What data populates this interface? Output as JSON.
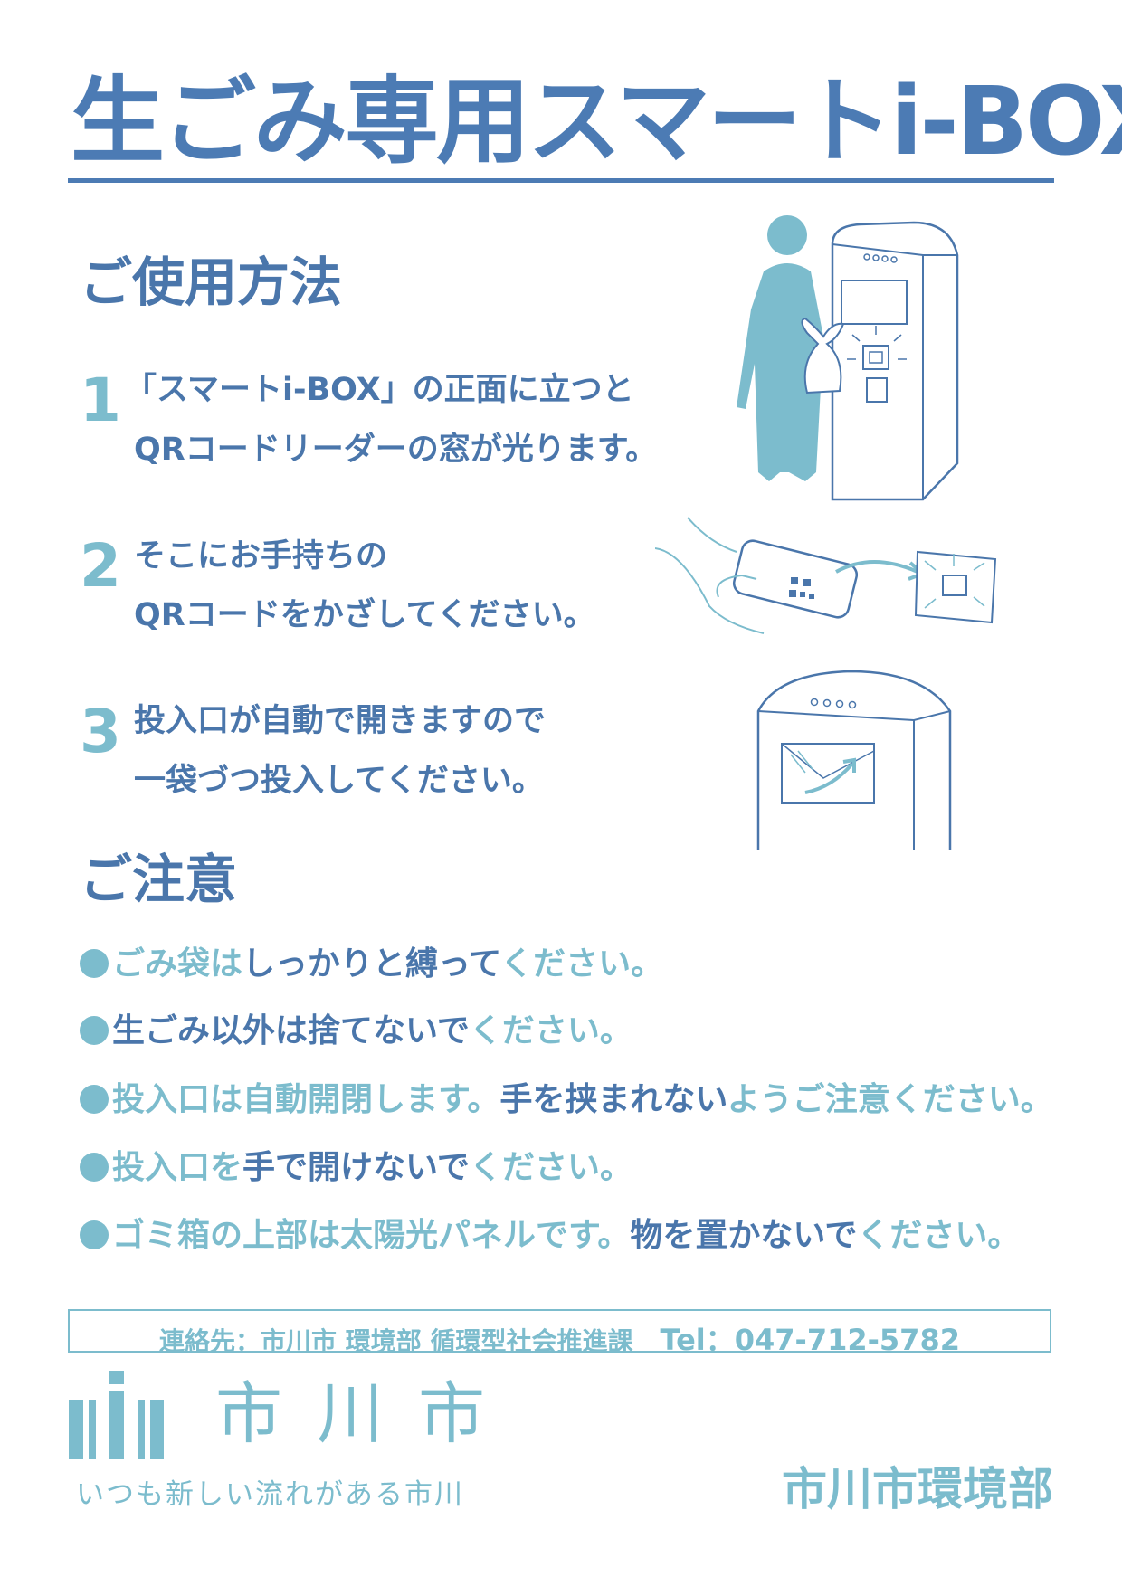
{
  "title": "生ごみ専用スマートi-BOX",
  "usage": {
    "heading": "ご使用方法",
    "steps": [
      {
        "number": "1",
        "line1": "「スマートi-BOX」の正面に立つと",
        "line2": "QRコードリーダーの窓が光ります。"
      },
      {
        "number": "2",
        "line1": "そこにお手持ちの",
        "line2": "QRコードをかざしてください。"
      },
      {
        "number": "3",
        "line1": "投入口が自動で開きますので",
        "line2": "一袋づつ投入してください。"
      }
    ]
  },
  "cautions": {
    "heading": "ご注意",
    "items": [
      {
        "p1": "ごみ袋は",
        "p2": "しっかりと縛って",
        "p3": "ください。"
      },
      {
        "p1": "",
        "p2": "生ごみ以外は捨てないで",
        "p3": "ください。"
      },
      {
        "p1": "投入口は自動開閉します。",
        "p2": "手を挟まれない",
        "p3": "ようご注意ください。"
      },
      {
        "p1": "投入口を",
        "p2": "手で開けないで",
        "p3": "ください。"
      },
      {
        "p1": "ゴミ箱の上部は太陽光パネルです。",
        "p2": "物を置かないで",
        "p3": "ください。"
      }
    ]
  },
  "contact": {
    "text": "連絡先：市川市 環境部 循環型社会推進課",
    "tel": "Tel：047-712-5782"
  },
  "footer": {
    "city_name": "市川市",
    "slogan": "いつも新しい流れがある市川",
    "department": "市川市環境部"
  },
  "colors": {
    "dark_blue": "#4a76ab",
    "light_blue": "#7cbccd"
  },
  "icons": [
    "person-at-box-illustration",
    "qr-phone-scan-illustration",
    "box-opening-illustration",
    "city-logo-mark"
  ]
}
